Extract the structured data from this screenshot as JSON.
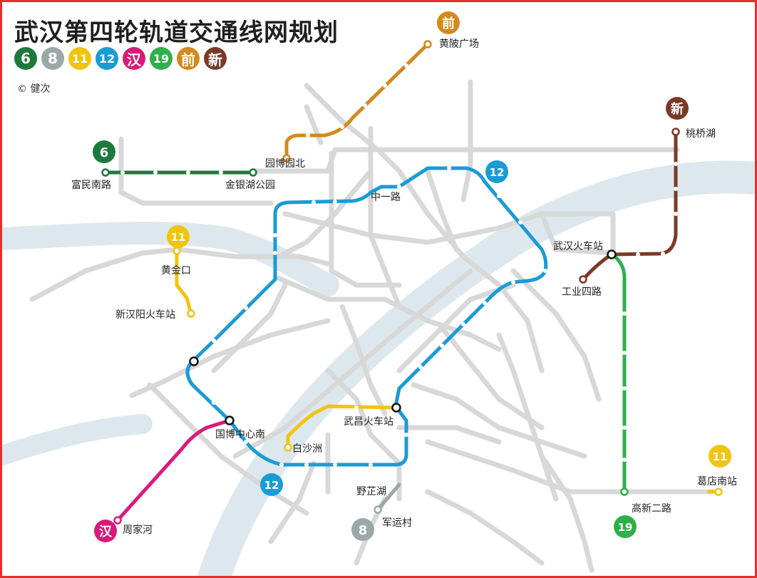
{
  "title": "武汉第四轮轨道交通线网规划",
  "credit": "© 健次",
  "colors": {
    "line6": "#1d7a3c",
    "line8": "#8fa3a3",
    "line11": "#f1c40f",
    "line12": "#1a9bd6",
    "lineHan": "#d81b7a",
    "line19": "#2eaf4a",
    "lineQian": "#d4891c",
    "lineXin": "#7b3a28",
    "grey": "#d8d8d8",
    "river": "#dde8ee"
  },
  "legend": [
    {
      "label": "6",
      "color": "#1d7a3c"
    },
    {
      "label": "8",
      "color": "#9aa8a8"
    },
    {
      "label": "11",
      "color": "#f1c40f"
    },
    {
      "label": "12",
      "color": "#1a9bd6"
    },
    {
      "label": "汉",
      "color": "#d81b7a"
    },
    {
      "label": "19",
      "color": "#2eaf4a"
    },
    {
      "label": "前",
      "color": "#d4891c"
    },
    {
      "label": "新",
      "color": "#7b3a28"
    }
  ],
  "badges": {
    "qian": "前",
    "l6": "6",
    "xin": "新",
    "l12top": "12",
    "l11top": "11",
    "l12bottom": "12",
    "l11right": "11",
    "han": "汉",
    "l8": "8",
    "l19": "19"
  },
  "stations": {
    "huangpo": "黄陂广场",
    "yuanbo": "园博园北",
    "taoqiao": "桃桥湖",
    "fumin": "富民南路",
    "jinyinhu": "金银湖公园",
    "zhongyi": "中一路",
    "wuhanhcz": "武汉火车站",
    "gongye": "工业四路",
    "huangjinkou": "黄金口",
    "xinhanyang": "新汉阳火车站",
    "guobo": "国博中心南",
    "baishazhou": "白沙洲",
    "wuchang": "武昌火车站",
    "yezhihu": "野芷湖",
    "junyun": "军运村",
    "zhoujiahe": "周家河",
    "gaoxin": "高新二路",
    "gedian": "葛店南站"
  }
}
